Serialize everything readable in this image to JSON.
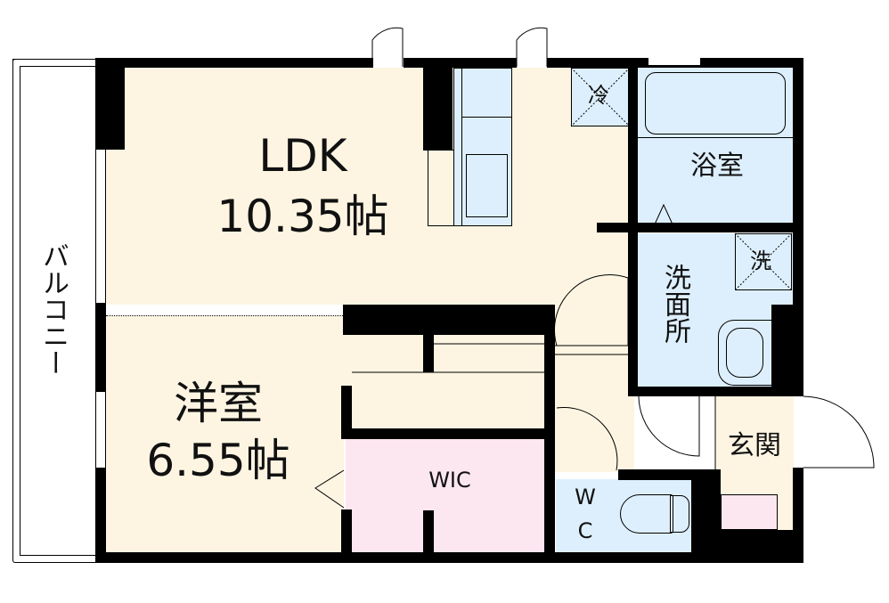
{
  "floor_plan": {
    "rooms": [
      {
        "id": "ldk",
        "name": "LDK",
        "size": "10.35帖"
      },
      {
        "id": "western",
        "name": "洋室",
        "size": "6.55帖"
      },
      {
        "id": "wic",
        "name": "WIC"
      },
      {
        "id": "bath",
        "name": "浴室"
      },
      {
        "id": "washroom",
        "name": "洗面所"
      },
      {
        "id": "entrance",
        "name": "玄関"
      },
      {
        "id": "wc",
        "name": "W\nC",
        "name_line1": "W",
        "name_line2": "C"
      },
      {
        "id": "balcony",
        "name": "バルコニー"
      }
    ],
    "fixtures": {
      "fridge": "冷",
      "washer": "洗"
    },
    "colors": {
      "cream": "#fdf5e2",
      "wet_area_blue": "#ddeffc",
      "storage_pink": "#fce6ef",
      "wall": "#000000"
    }
  }
}
